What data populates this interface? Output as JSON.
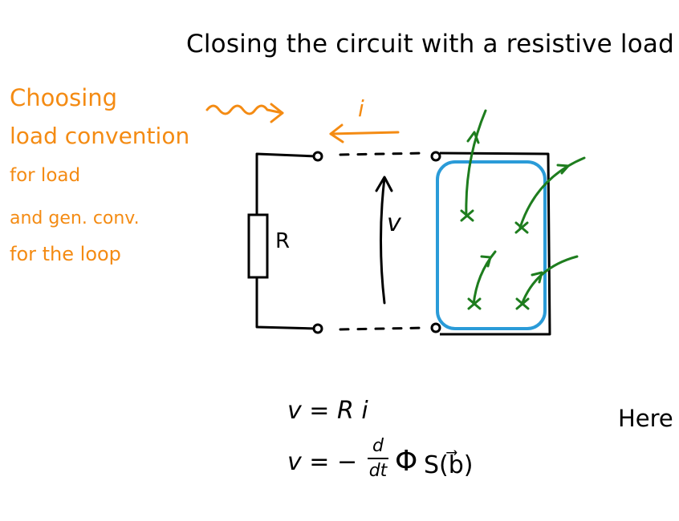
{
  "title": "Closing the circuit with a resistive load",
  "notes": {
    "line1": "Choosing",
    "line2": "load convention",
    "line3": "for load",
    "line4": "and gen. conv.",
    "line5": "for the loop"
  },
  "circuit": {
    "resistor_label": "R",
    "voltage_label": "v",
    "current_label": "i"
  },
  "equations": {
    "eq1": "v = R i",
    "eq2_lhs": "v = −",
    "eq2_num": "d",
    "eq2_den": "dt",
    "eq2_flux": "Φ",
    "eq2_arg": "S(b⃗)"
  },
  "side_label": "Here",
  "colors": {
    "ink": "#000000",
    "orange": "#f48b13",
    "field_green": "#1e7d1e",
    "loop_blue": "#2a9bd8"
  }
}
